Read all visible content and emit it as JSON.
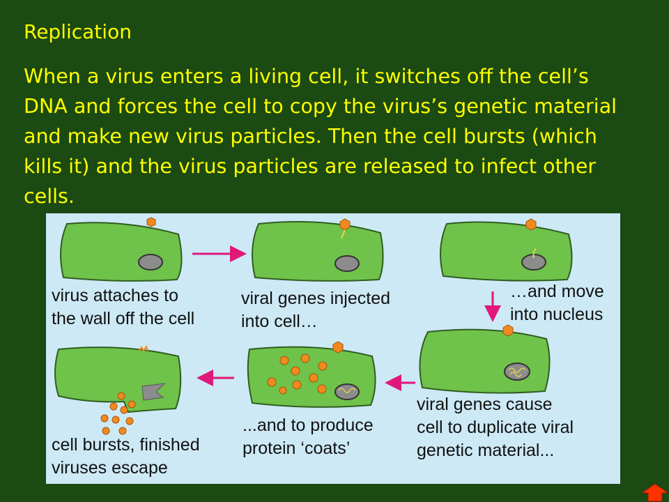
{
  "slide": {
    "title": "Replication",
    "body": "When a virus enters a living cell, it switches off the cell’s DNA and forces the cell to copy the virus’s genetic material and make new virus particles. Then the cell bursts (which kills it) and the virus particles are released to infect other cells."
  },
  "diagram": {
    "steps": [
      {
        "caption": "virus attaches to\nthe wall off the cell"
      },
      {
        "caption": "viral genes injected\ninto cell…"
      },
      {
        "caption": "…and move\ninto nucleus"
      },
      {
        "caption": "viral genes cause\ncell to duplicate viral\ngenetic material..."
      },
      {
        "caption": "...and to produce\nprotein ‘coats’"
      },
      {
        "caption": "cell bursts, finished\nviruses escape"
      }
    ]
  },
  "colors": {
    "background": "#1b4a12",
    "text": "#ffff00",
    "diagram_bg": "#cde9f6",
    "cell": "#6fc24a",
    "nucleus": "#8c8c8c",
    "virus": "#f08a1e",
    "arrow": "#e0187a",
    "nav_arrow": "#ff3300"
  },
  "nav": {
    "icon": "home-arrow-icon"
  }
}
